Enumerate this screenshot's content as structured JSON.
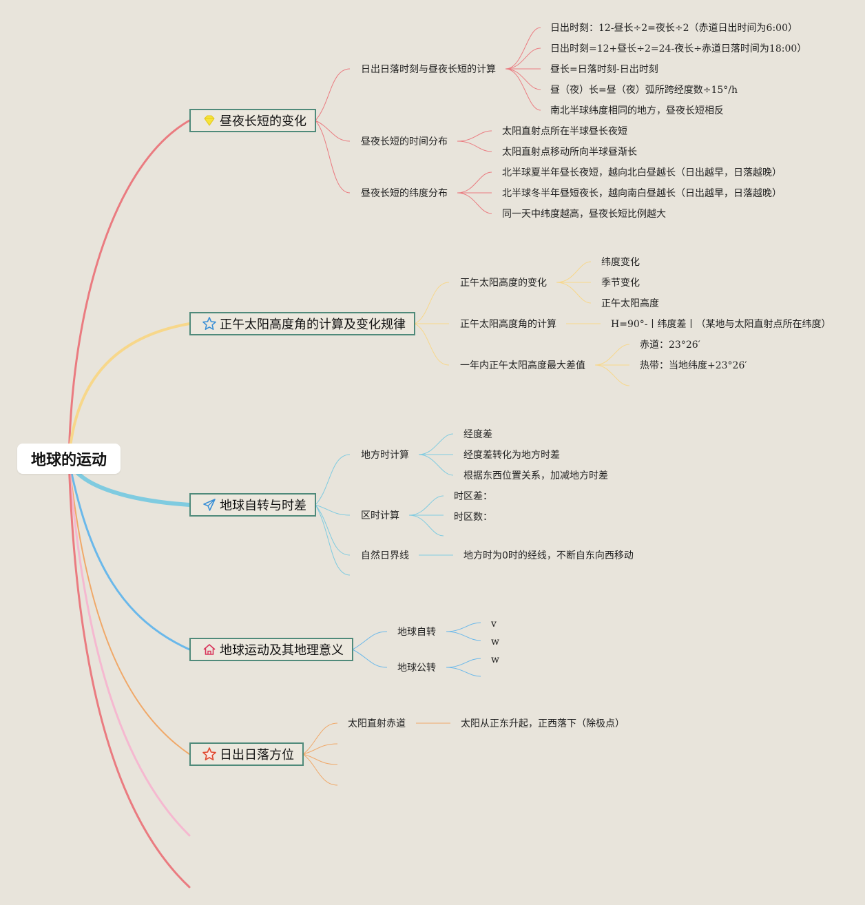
{
  "root": {
    "label": "地球的运动"
  },
  "colors": {
    "day_night": "#ea7b80",
    "noon": "#f7d78a",
    "rotation": "#7fcbe0",
    "significance": "#6ab8ea",
    "sunrise_dir": "#f0a868",
    "pink": "#f5b8d0",
    "box_border": "#4f8a7a"
  },
  "branches": {
    "day_night": {
      "label": "昼夜长短的变化",
      "icon": "diamond-icon",
      "groups": [
        {
          "label": "日出日落时刻与昼夜长短的计算",
          "items": [
            "日出时刻：12-昼长÷2=夜长÷2（赤道日出时间为6:00）",
            "日出时刻=12+昼长÷2=24-夜长÷赤道日落时间为18:00）",
            "昼长=日落时刻-日出时刻",
            "昼（夜）长=昼（夜）弧所跨经度数÷15°/h",
            "南北半球纬度相同的地方，昼夜长短相反"
          ]
        },
        {
          "label": "昼夜长短的时间分布",
          "items": [
            "太阳直射点所在半球昼长夜短",
            "太阳直射点移动所向半球昼渐长"
          ]
        },
        {
          "label": "昼夜长短的纬度分布",
          "items": [
            "北半球夏半年昼长夜短，越向北白昼越长（日出越早，日落越晚）",
            "北半球冬半年昼短夜长，越向南白昼越长（日出越早，日落越晚）",
            "同一天中纬度越高，昼夜长短比例越大"
          ]
        }
      ]
    },
    "noon": {
      "label": "正午太阳高度角的计算及变化规律",
      "icon": "star-outline-icon",
      "groups": [
        {
          "label": "正午太阳高度的变化",
          "items": [
            "纬度变化",
            "季节变化",
            "正午太阳高度"
          ]
        },
        {
          "label": "正午太阳高度角的计算",
          "items": [
            "H=90°-丨纬度差丨（某地与太阳直射点所在纬度）"
          ]
        },
        {
          "label": "一年内正午太阳高度最大差值",
          "items": [
            "赤道：23°26′",
            "热带：当地纬度+23°26′"
          ]
        }
      ]
    },
    "rotation": {
      "label": "地球自转与时差",
      "icon": "paper-plane-icon",
      "groups": [
        {
          "label": "地方时计算",
          "items": [
            "经度差",
            "经度差转化为地方时差",
            "根据东西位置关系，加减地方时差"
          ]
        },
        {
          "label": "区时计算",
          "items": [
            "时区差：",
            "时区数："
          ]
        },
        {
          "label": "自然日界线",
          "items": [
            "地方时为0时的经线，不断自东向西移动"
          ]
        }
      ]
    },
    "significance": {
      "label": "地球运动及其地理意义",
      "icon": "house-icon",
      "groups": [
        {
          "label": "地球自转",
          "items": [
            "v",
            "w"
          ]
        },
        {
          "label": "地球公转",
          "items": [
            "w"
          ]
        }
      ]
    },
    "sunrise_dir": {
      "label": "日出日落方位",
      "icon": "star-icon",
      "groups": [
        {
          "label": "太阳直射赤道",
          "items": [
            "太阳从正东升起，正西落下（除极点）"
          ]
        }
      ]
    }
  }
}
